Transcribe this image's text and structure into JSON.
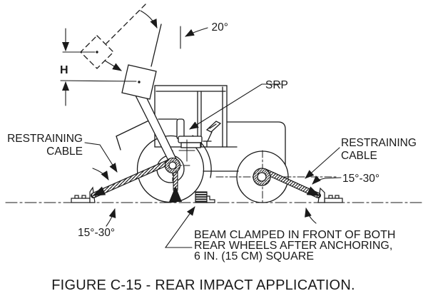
{
  "figure": {
    "caption": "FIGURE C-15 - REAR IMPACT APPLICATION.",
    "colors": {
      "ink": "#1a1a1a",
      "background": "#ffffff"
    },
    "labels": {
      "pendulum_angle": "20°",
      "drop_height": "H",
      "srp": "SRP",
      "restraining_line1": "RESTRAINING",
      "restraining_line2": "CABLE",
      "cable_angle_range": "15°-30°",
      "note_line1": "BEAM CLAMPED IN FRONT OF BOTH",
      "note_line2": "REAR WHEELS AFTER ANCHORING,",
      "note_line3": "6 IN. (15 CM) SQUARE"
    }
  }
}
